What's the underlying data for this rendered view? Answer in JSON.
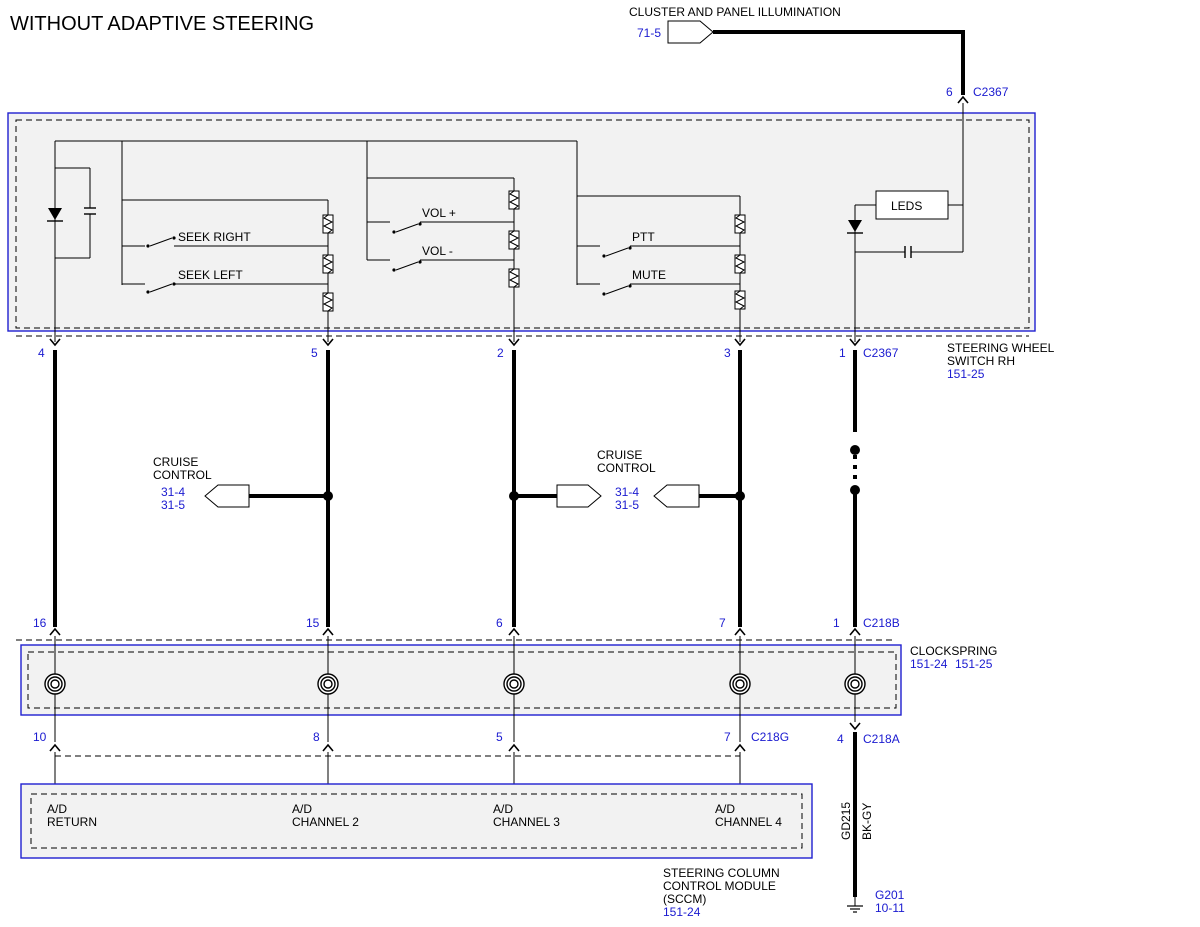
{
  "title": "WITHOUT ADAPTIVE STEERING",
  "illumination": {
    "label": "CLUSTER AND PANEL ILLUMINATION",
    "ref": "71-5"
  },
  "top_connector": {
    "pin": "6",
    "name": "C2367"
  },
  "switch_module": {
    "name_line1": "STEERING WHEEL",
    "name_line2": "SWITCH RH",
    "ref": "151-25",
    "switches": [
      "SEEK RIGHT",
      "SEEK LEFT",
      "VOL +",
      "VOL -",
      "PTT",
      "MUTE"
    ],
    "leds_label": "LEDS",
    "connector": "C2367",
    "pins": [
      "4",
      "5",
      "2",
      "3",
      "1"
    ]
  },
  "cruise_left": {
    "line1": "CRUISE",
    "line2": "CONTROL",
    "ref1": "31-4",
    "ref2": "31-5"
  },
  "cruise_right": {
    "line1": "CRUISE",
    "line2": "CONTROL",
    "ref1": "31-4",
    "ref2": "31-5"
  },
  "clockspring": {
    "name": "CLOCKSPRING",
    "ref1": "151-24",
    "ref2": "151-25",
    "top_connector": "C218B",
    "top_pins": [
      "16",
      "15",
      "6",
      "7",
      "1"
    ],
    "bottom_connector_g": "C218G",
    "bottom_pins": [
      "10",
      "8",
      "5",
      "7"
    ],
    "bottom_connector_a": "C218A",
    "bottom_pin_a": "4"
  },
  "sccm": {
    "line1": "STEERING COLUMN",
    "line2": "CONTROL MODULE",
    "line3": "(SCCM)",
    "ref": "151-24",
    "inputs": [
      {
        "line1": "A/D",
        "line2": "RETURN"
      },
      {
        "line1": "A/D",
        "line2": "CHANNEL 2"
      },
      {
        "line1": "A/D",
        "line2": "CHANNEL 3"
      },
      {
        "line1": "A/D",
        "line2": "CHANNEL 4"
      }
    ]
  },
  "ground_wire": {
    "circuit": "GD215",
    "color": "BK-GY"
  },
  "ground": {
    "name": "G201",
    "ref": "10-11"
  },
  "colors": {
    "labels_blue": "#1a1ad0",
    "box_outline": "#2020d0",
    "box_fill": "#f2f2f2"
  }
}
